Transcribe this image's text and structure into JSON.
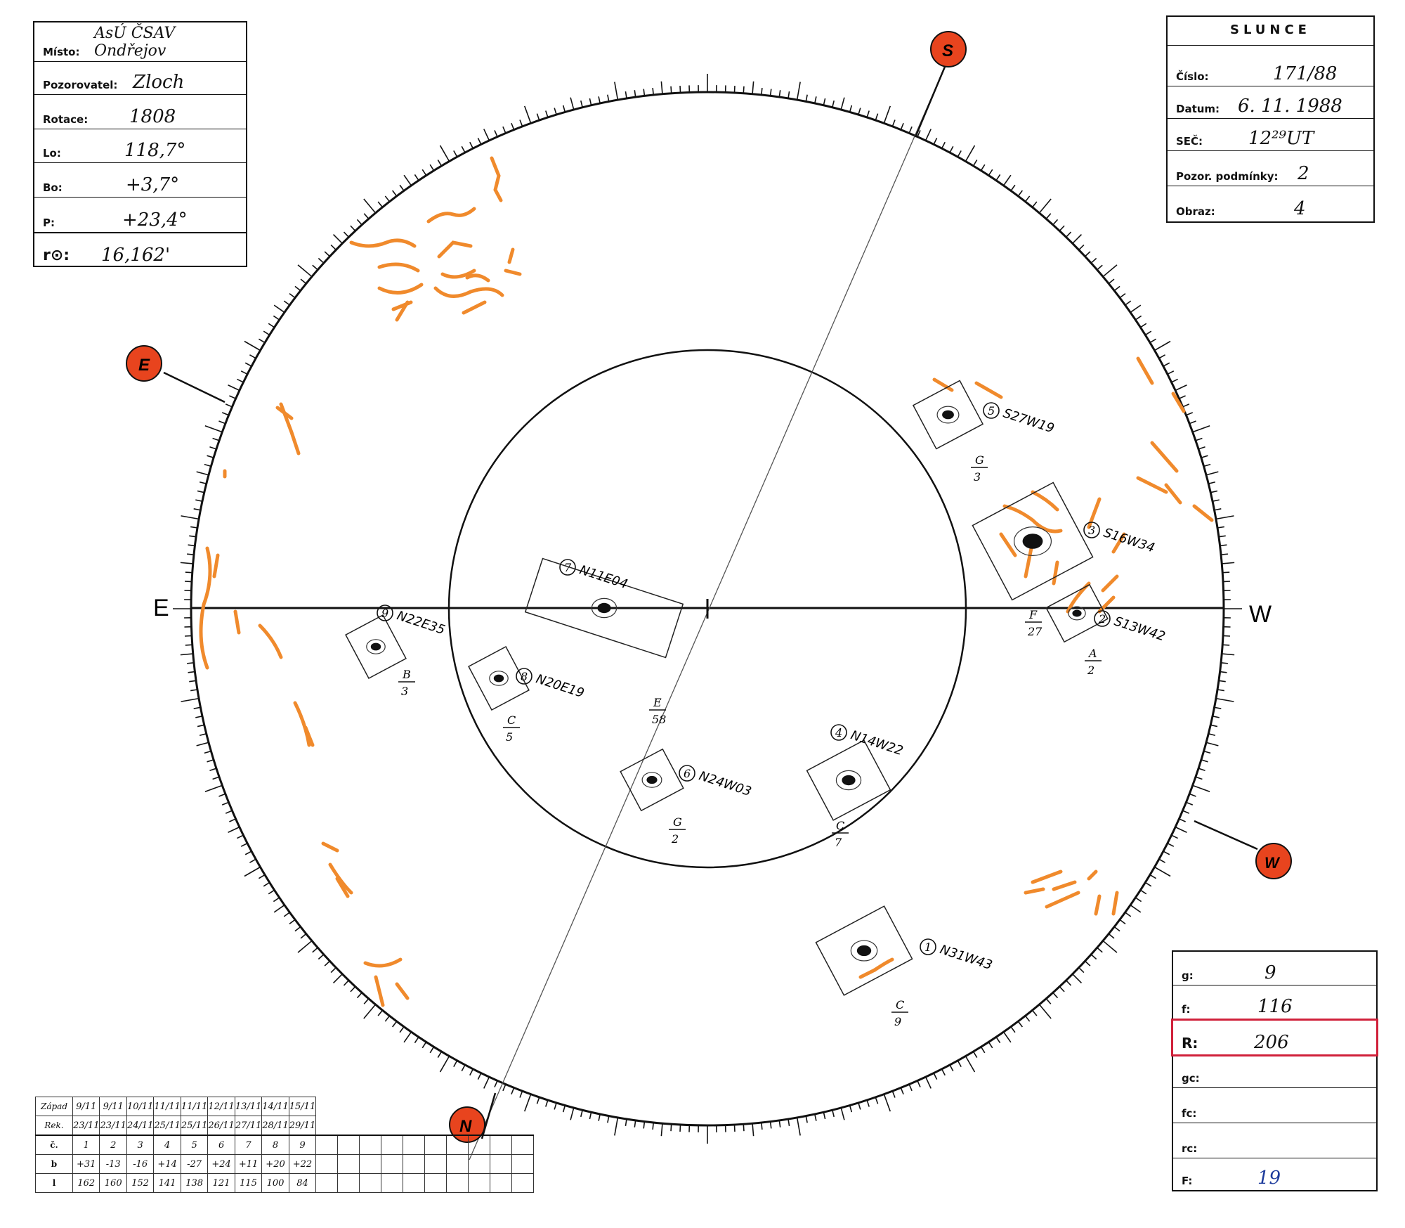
{
  "left_box": {
    "rows": [
      {
        "label": "Místo:",
        "value": "AsÚ ČSAV Ondřejov"
      },
      {
        "label": "Pozorovatel:",
        "value": "Zloch"
      },
      {
        "label": "Rotace:",
        "value": "1808"
      },
      {
        "label": "Lo:",
        "value": "118,7°"
      },
      {
        "label": "Bo:",
        "value": "+3,7°"
      },
      {
        "label": "P:",
        "value": "+23,4°"
      },
      {
        "label": "r⊙:",
        "value": "16,162'"
      }
    ]
  },
  "right_box": {
    "title": "SLUNCE",
    "rows": [
      {
        "label": "Číslo:",
        "value": "171/88"
      },
      {
        "label": "Datum:",
        "value": "6. 11. 1988"
      },
      {
        "label": "SEČ:",
        "value": "12²⁹UT"
      },
      {
        "label": "Pozor. podmínky:",
        "value": "2"
      },
      {
        "label": "Obraz:",
        "value": "4"
      }
    ]
  },
  "count_box": {
    "rows": [
      {
        "label": "g:",
        "value": "9"
      },
      {
        "label": "f:",
        "value": "116"
      },
      {
        "label": "R:",
        "value": "206"
      },
      {
        "label": "gc:",
        "value": ""
      },
      {
        "label": "fc:",
        "value": ""
      },
      {
        "label": "rc:",
        "value": ""
      },
      {
        "label": "F:",
        "value": "19"
      }
    ],
    "highlight_color": "#d0203a"
  },
  "compass": {
    "S": "S",
    "E": "E",
    "W": "W",
    "N": "N",
    "axis_E": "E",
    "axis_W": "W",
    "marker_color": "#e8441e"
  },
  "groups": [
    {
      "id": "1",
      "label": "N31W43",
      "cls": "C",
      "count": "9"
    },
    {
      "id": "2",
      "label": "S13W42",
      "cls": "A",
      "count": "2"
    },
    {
      "id": "3",
      "label": "S16W34",
      "cls": "F",
      "count": "27"
    },
    {
      "id": "4",
      "label": "N14W22",
      "cls": "C",
      "count": "7"
    },
    {
      "id": "5",
      "label": "S27W19",
      "cls": "G",
      "count": "3"
    },
    {
      "id": "6",
      "label": "N24W03",
      "cls": "G",
      "count": "2"
    },
    {
      "id": "7",
      "label": "N11E04",
      "cls": "E",
      "count": "58"
    },
    {
      "id": "8",
      "label": "N20E19",
      "cls": "C",
      "count": "5"
    },
    {
      "id": "9",
      "label": "N22E35",
      "cls": "B",
      "count": "3"
    }
  ],
  "bottom_table": {
    "zapad_label": "Západ",
    "zapad": [
      "9/11",
      "9/11",
      "10/11",
      "11/11",
      "11/11",
      "12/11",
      "13/11",
      "14/11",
      "15/11"
    ],
    "rek_label": "Rek.",
    "rek": [
      "23/11",
      "23/11",
      "24/11",
      "25/11",
      "25/11",
      "26/11",
      "27/11",
      "28/11",
      "29/11"
    ],
    "c_label": "č.",
    "c": [
      "1",
      "2",
      "3",
      "4",
      "5",
      "6",
      "7",
      "8",
      "9"
    ],
    "b_label": "b",
    "b": [
      "+31",
      "-13",
      "-16",
      "+14",
      "-27",
      "+24",
      "+11",
      "+20",
      "+22"
    ],
    "l_label": "l",
    "l": [
      "162",
      "160",
      "152",
      "141",
      "138",
      "121",
      "115",
      "100",
      "84"
    ]
  },
  "colors": {
    "faculae": "#f08a2c",
    "ink": "#111111"
  }
}
